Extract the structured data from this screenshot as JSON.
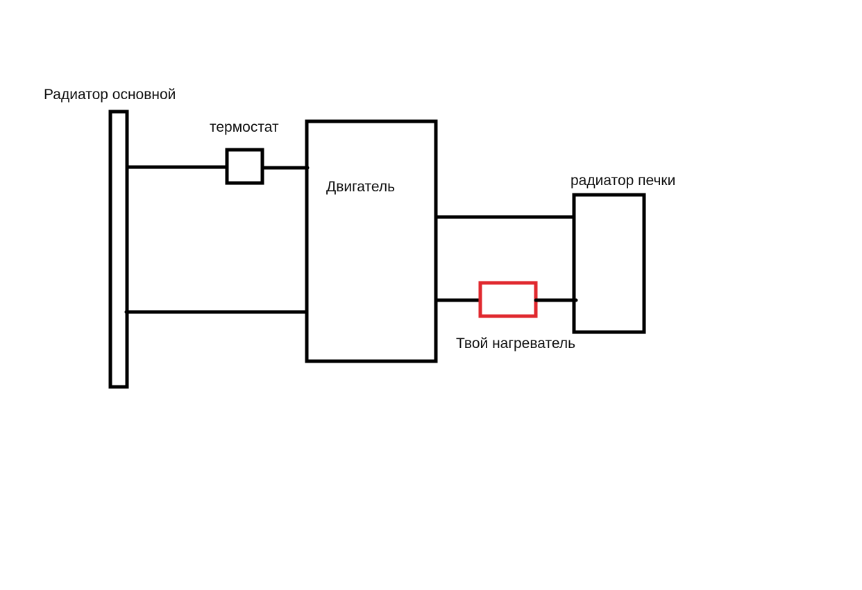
{
  "labels": {
    "main_radiator": "Радиатор основной",
    "thermostat": "термостат",
    "engine": "Двигатель",
    "heater_radiator": "радиатор печки",
    "your_heater": "Твой нагреватель"
  },
  "colors": {
    "line": "#000000",
    "highlight": "#e0282e",
    "text": "#111111"
  }
}
